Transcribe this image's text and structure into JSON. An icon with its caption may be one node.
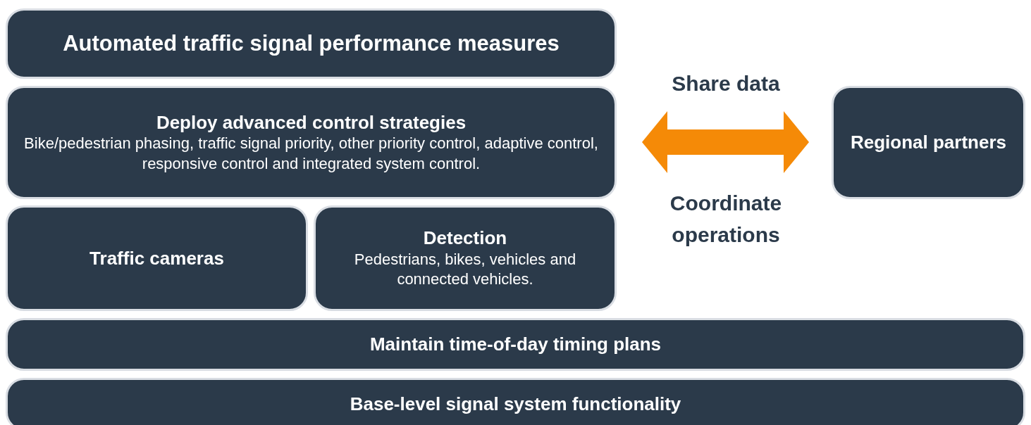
{
  "diagram": {
    "nodes": [
      {
        "text": [
          "Automated traffic signal performance measures"
        ]
      },
      {
        "text": [
          "Deploy advanced control strategies",
          "Bike/pedestrian phasing, traffic signal priority, other priority control, adaptive control, responsive control and integrated system control."
        ]
      },
      {
        "text": [
          "Traffic cameras"
        ]
      },
      {
        "text": [
          "Detection",
          "Pedestrians, bikes, vehicles and connected vehicles."
        ]
      },
      {
        "text": [
          "Regional partners"
        ]
      },
      {
        "text": [
          "Maintain time-of-day timing plans"
        ]
      },
      {
        "text": [
          "Base-level signal system functionality"
        ]
      }
    ],
    "edges": [
      {
        "from": 1,
        "to": 4,
        "arrow": "both",
        "color": "#f58a07"
      }
    ],
    "labels": [
      "Share data",
      "Coordinate operations"
    ]
  }
}
